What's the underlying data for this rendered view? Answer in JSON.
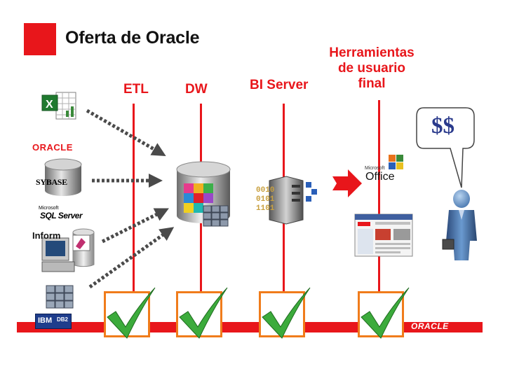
{
  "title": "Oferta de Oracle",
  "stages": {
    "etl": "ETL",
    "dw": "DW",
    "bi_server": "BI Server",
    "tools_line1": "Herramientas",
    "tools_line2": "de usuario",
    "tools_line3": "final"
  },
  "sources": {
    "oracle": "ORACLE",
    "sybase": "SYBASE",
    "sqlserver_small": "Microsoft",
    "sqlserver": "SQL Server",
    "informix": "Inform",
    "ibm": "IBM",
    "db2": "DB2"
  },
  "bi_binary": {
    "line1": "0010",
    "line2": "0101",
    "line3": "1101"
  },
  "office": {
    "small": "Microsoft",
    "name": "Office"
  },
  "bubble": "$$",
  "footer_logo": "ORACLE",
  "colors": {
    "accent": "#e8161b",
    "checkbox_border": "#f07c1b",
    "check": "#3cab3c",
    "arrow_dots": "#4a4a4a"
  },
  "icons": [
    "excel-icon",
    "database-icon",
    "server-icon",
    "office-icon",
    "browser-icon",
    "person-icon"
  ]
}
